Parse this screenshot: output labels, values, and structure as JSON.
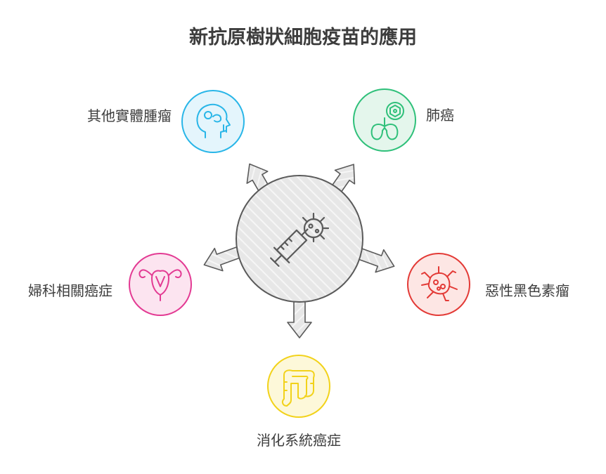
{
  "title": "新抗原樹狀細胞疫苗的應用",
  "center": {
    "icon": "syringe-virus-icon",
    "color": "#5a5a5a",
    "fill": "#e9e9e9"
  },
  "nodes": [
    {
      "label": "其他實體腫瘤",
      "icon": "head-mind-icon",
      "color": "#29b6e8",
      "fill": "#e4f5fc"
    },
    {
      "label": "肺癌",
      "icon": "lungs-virus-icon",
      "color": "#2fc07a",
      "fill": "#e4f6ec"
    },
    {
      "label": "惡性黑色素瘤",
      "icon": "melanoma-cell-icon",
      "color": "#e33a36",
      "fill": "#fde6e4"
    },
    {
      "label": "消化系統癌症",
      "icon": "intestine-icon",
      "color": "#f2d21a",
      "fill": "#fdf8d9"
    },
    {
      "label": "婦科相關癌症",
      "icon": "uterus-icon",
      "color": "#e33a93",
      "fill": "#fce4f0"
    }
  ]
}
